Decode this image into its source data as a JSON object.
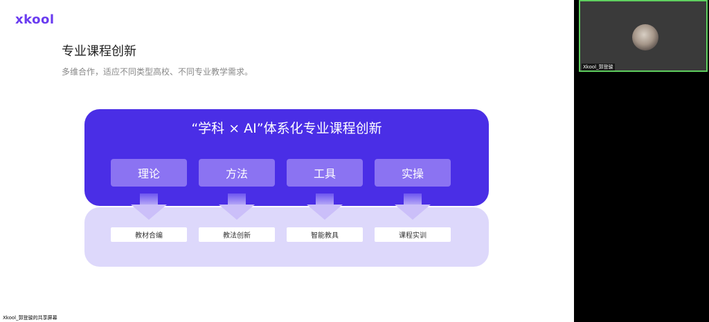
{
  "slide": {
    "logo": "xkool",
    "title": "专业课程创新",
    "subtitle": "多维合作，适应不同类型高校、不同专业教学需求。",
    "panel_title": "“学科 × AI”体系化专业课程创新",
    "tags": [
      "理论",
      "方法",
      "工具",
      "实操"
    ],
    "outcomes": [
      "教材合编",
      "教法创新",
      "智能教具",
      "课程实训"
    ],
    "colors": {
      "primary": "#4a2ee6",
      "tag": "#8b73f2",
      "light": "#ddd8fb"
    }
  },
  "share_label": "Xkool_郭登骏的共享屏幕",
  "video": {
    "participant_name": "Xkool_郭登骏",
    "avatar_icon": "cat-avatar"
  }
}
